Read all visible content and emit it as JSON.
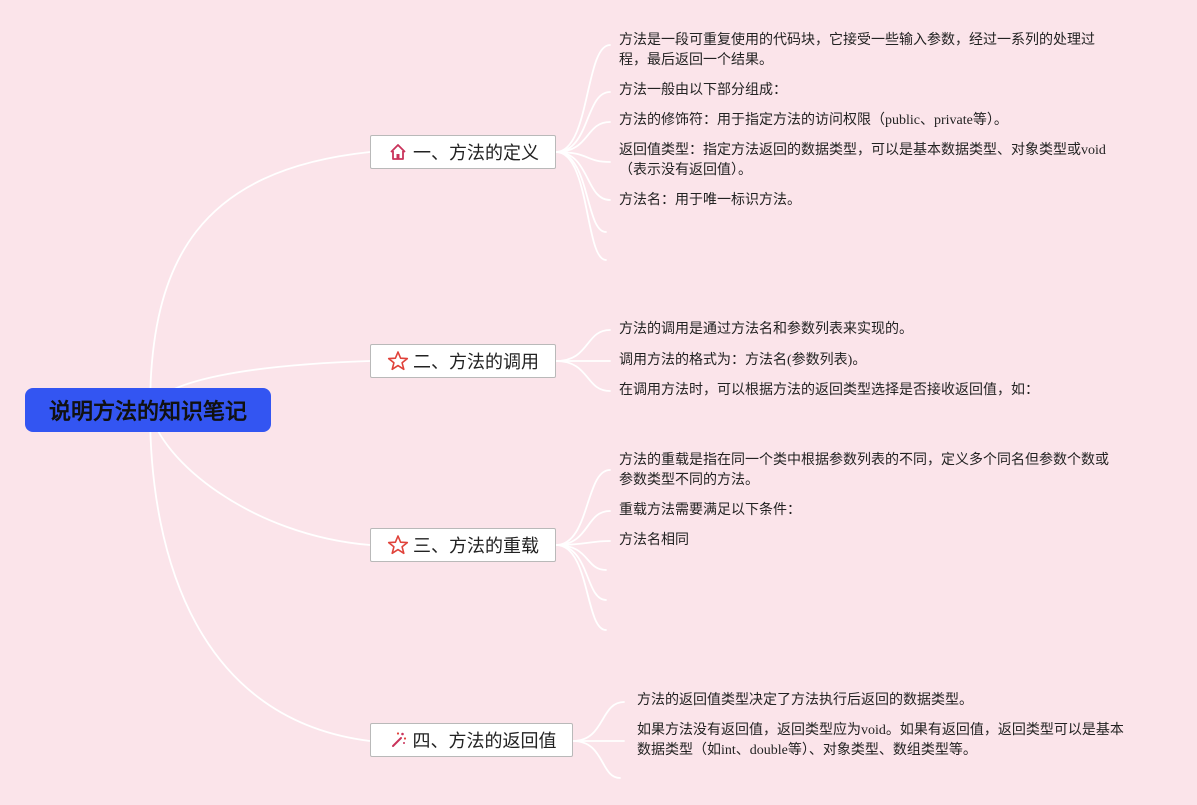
{
  "root": {
    "title": "说明方法的知识笔记"
  },
  "branches": [
    {
      "title": "一、方法的定义",
      "icon": "house-icon",
      "items": [
        "方法是一段可重复使用的代码块，它接受一些输入参数，经过一系列的处理过程，最后返回一个结果。",
        "方法一般由以下部分组成：",
        "方法的修饰符：用于指定方法的访问权限（public、private等）。",
        "返回值类型：指定方法返回的数据类型，可以是基本数据类型、对象类型或void（表示没有返回值）。",
        "方法名：用于唯一标识方法。"
      ]
    },
    {
      "title": "二、方法的调用",
      "icon": "star-icon",
      "items": [
        "方法的调用是通过方法名和参数列表来实现的。",
        "调用方法的格式为：方法名(参数列表)。",
        "在调用方法时，可以根据方法的返回类型选择是否接收返回值，如："
      ]
    },
    {
      "title": "三、方法的重载",
      "icon": "star-icon",
      "items": [
        "方法的重载是指在同一个类中根据参数列表的不同，定义多个同名但参数个数或参数类型不同的方法。",
        "重载方法需要满足以下条件：",
        "方法名相同"
      ]
    },
    {
      "title": "四、方法的返回值",
      "icon": "magic-wand-icon",
      "items": [
        "方法的返回值类型决定了方法执行后返回的数据类型。",
        "如果方法没有返回值，返回类型应为void。如果有返回值，返回类型可以是基本数据类型（如int、double等）、对象类型、数组类型等。"
      ]
    }
  ],
  "colors": {
    "background": "#fbe4ea",
    "root_fill": "#3355f2",
    "connector": "#ffffff",
    "icon_red": "#e0423a",
    "icon_pink": "#c9335b"
  }
}
